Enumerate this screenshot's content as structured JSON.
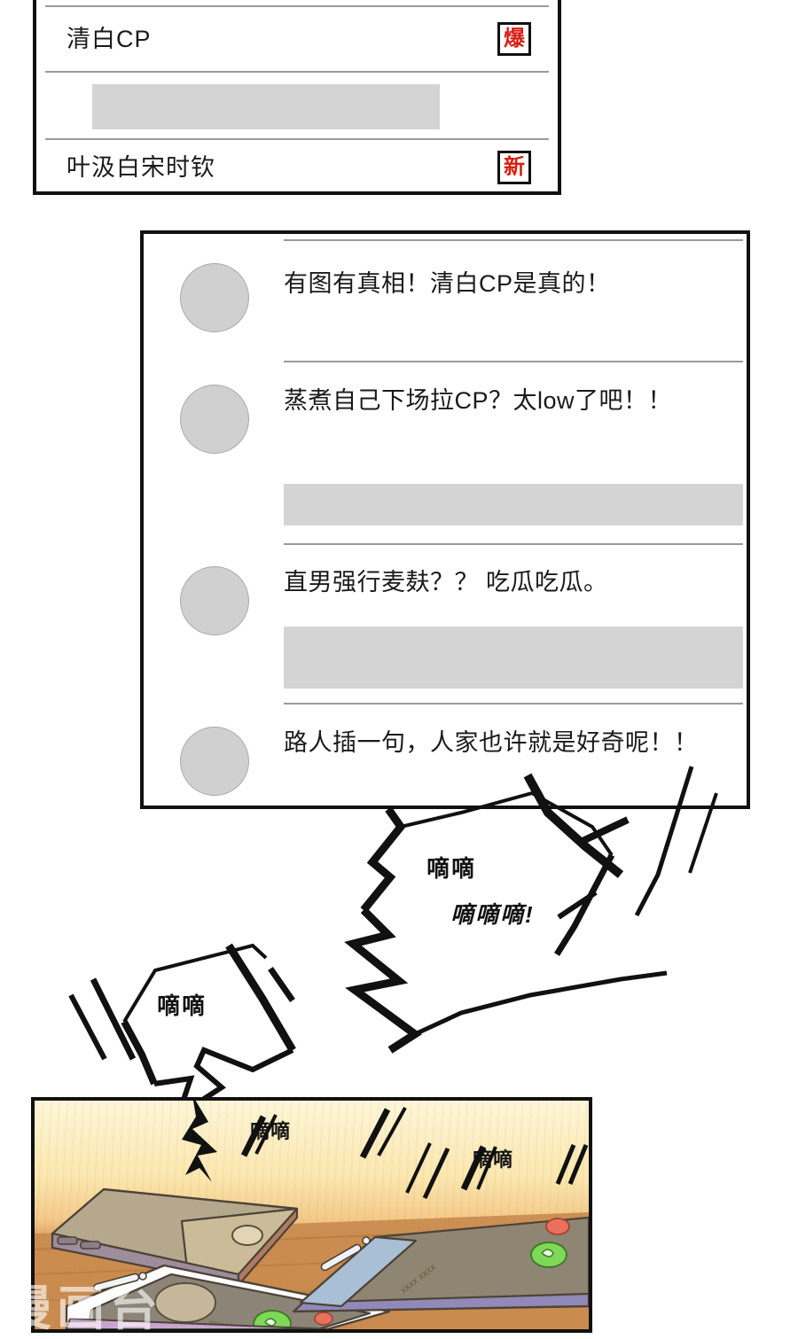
{
  "trending": {
    "rows": [
      {
        "title": "清白CP",
        "badge": "爆",
        "badge_color": "#d81f13"
      },
      {
        "title": "",
        "badge": ""
      },
      {
        "title": "叶汲白宋时钦",
        "badge": "新",
        "badge_color": "#d81f13"
      }
    ]
  },
  "comments": {
    "items": [
      {
        "text": "有图有真相！清白CP是真的！"
      },
      {
        "text": "蒸煮自己下场拉CP？太low了吧！！"
      },
      {
        "text": "直男强行麦麸？？ 吃瓜吃瓜。"
      },
      {
        "text": "路人插一句，人家也许就是好奇呢！！"
      }
    ]
  },
  "sound_effects": {
    "middle_burst": [
      "嘀嘀",
      "嘀嘀嘀!"
    ],
    "left_burst": "嘀嘀",
    "panel_phones": [
      "嘀嘀",
      "嘀嘀"
    ]
  },
  "watermark": "漫画台",
  "colors": {
    "panel_border": "#111111",
    "placeholder_gray": "#d4d4d4",
    "avatar_gray": "#d0d0d0",
    "divider_gray": "#9a9a9a",
    "badge_red": "#d81f13"
  }
}
